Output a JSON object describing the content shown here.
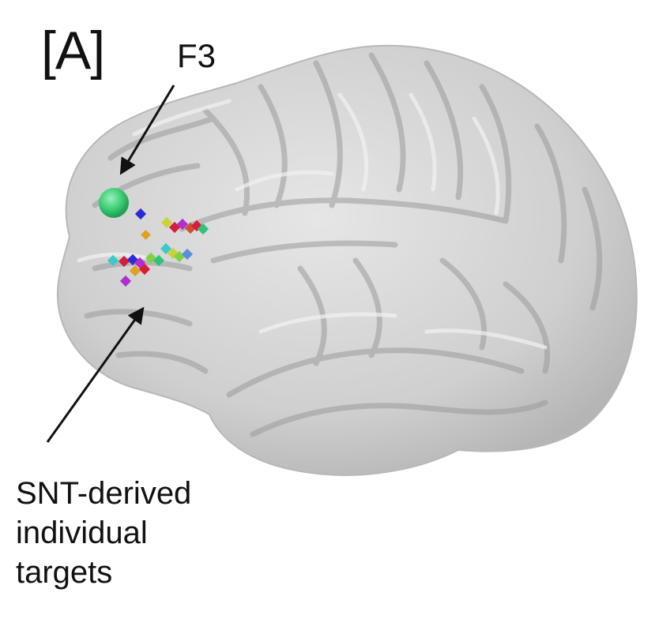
{
  "figure": {
    "panel_label": "[A]",
    "f3_label": "F3",
    "targets_label_lines": [
      "SNT-derived",
      "individual",
      "targets"
    ],
    "colors": {
      "brain_fill": "#d2d2d2",
      "brain_shadow": "#a8a8a8",
      "f3_marker": "#3ecf76",
      "text": "#111111"
    },
    "target_marker_colors": [
      "#2b2bd6",
      "#e0a020",
      "#d61d3c",
      "#33c27a",
      "#7fd147",
      "#3cc9c9",
      "#b02fd0",
      "#d04f2f",
      "#5a8fd6",
      "#c6d43a"
    ]
  }
}
